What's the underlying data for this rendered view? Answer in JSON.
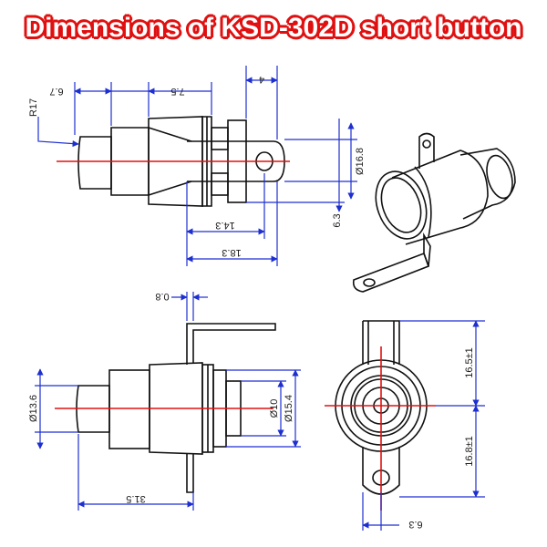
{
  "title": "Dimensions of KSD-302D short button",
  "colors": {
    "title_fill": "#ffffff",
    "title_outline": "#e01010",
    "dimension_lines": "#1e2fd0",
    "center_lines": "#e01010",
    "outline": "#111111"
  },
  "side_view": {
    "dims": {
      "r17": "R17",
      "d6_7": "6.7",
      "d7_5": "7.5",
      "d4": "4",
      "dia16_8": "Ø16.8",
      "d6_3": "6.3",
      "d14_3": "14.3",
      "d18_3": "18.3"
    }
  },
  "top_view": {
    "dims": {
      "d0_8": "0.8",
      "dia13_6": "Ø13.6",
      "dia10": "Ø10",
      "dia15_4": "Ø15.4",
      "d31_5": "31.5"
    }
  },
  "front_view": {
    "dims": {
      "d16_5": "16.5±1",
      "d16_8": "16.8±1",
      "d6_3": "6.3"
    }
  }
}
